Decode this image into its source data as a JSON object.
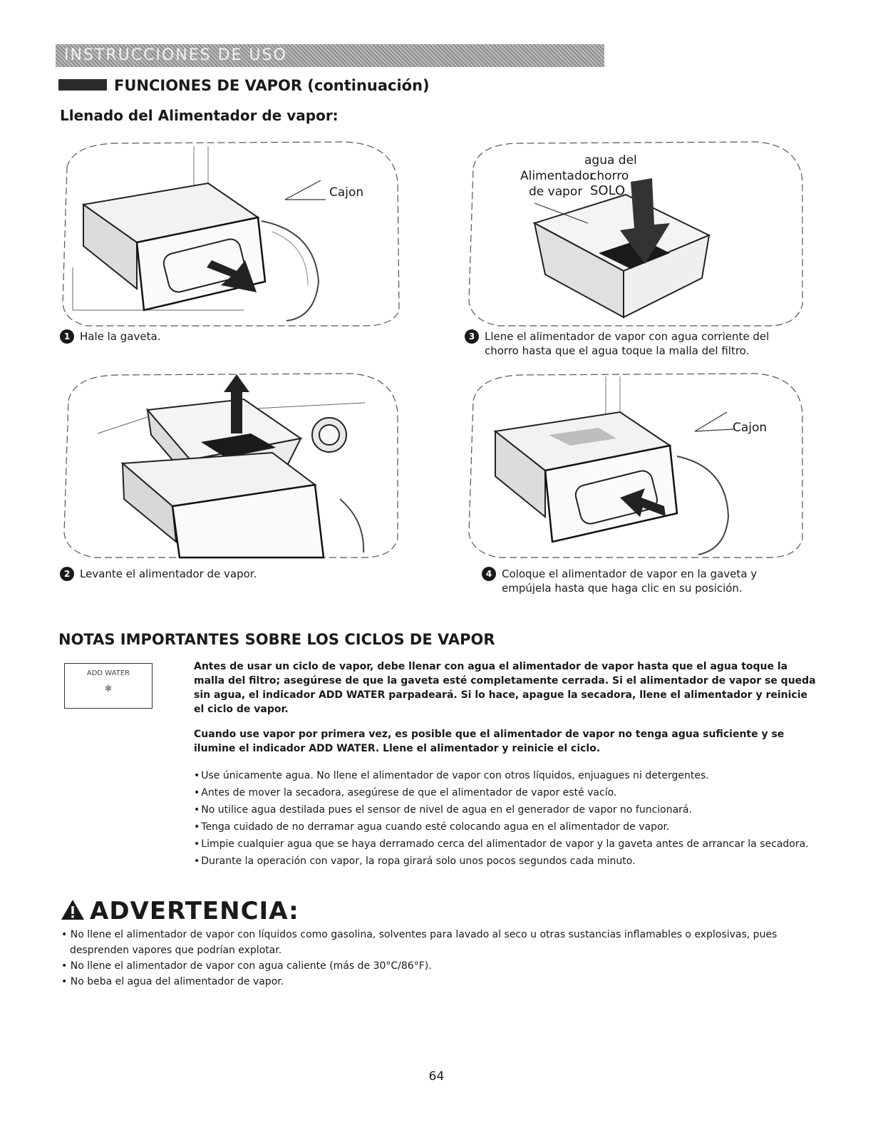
{
  "header": {
    "banner": "INSTRUCCIONES DE USO",
    "section_title": "FUNCIONES DE VAPOR (continuación)",
    "subtitle": "Llenado del Alimentador de vapor:"
  },
  "steps": [
    {
      "number": "1",
      "caption": "Hale la gaveta.",
      "labels": [
        "Cajon"
      ]
    },
    {
      "number": "2",
      "caption": "Levante el alimentador de vapor.",
      "labels": []
    },
    {
      "number": "3",
      "caption": "Llene el alimentador de vapor con agua corriente del chorro hasta que el agua toque la malla del filtro.",
      "labels": [
        "Alimentador",
        "de vapor",
        "agua del",
        "chorro",
        "SOLO"
      ]
    },
    {
      "number": "4",
      "caption": "Coloque el alimentador de vapor en la gaveta y empújela hasta que haga clic en su posición.",
      "labels": [
        "Cajon"
      ]
    }
  ],
  "notes": {
    "title": "NOTAS IMPORTANTES SOBRE LOS CICLOS DE VAPOR",
    "indicator_label": "ADD WATER",
    "paragraph1": "Antes de usar un ciclo de vapor, debe llenar con agua el alimentador de vapor hasta que el agua toque la malla del filtro; asegúrese de que la gaveta esté completamente cerrada. Si el alimentador de vapor se queda sin agua, el indicador ADD WATER parpadeará. Si lo hace, apague la secadora, llene el alimentador y reinicie el ciclo de vapor.",
    "paragraph2": "Cuando use vapor por primera vez, es posible que el alimentador de vapor no tenga agua suficiente y se ilumine el indicador ADD WATER. Llene el alimentador y reinicie el ciclo.",
    "bullets": [
      "Use únicamente agua. No llene el alimentador de vapor con otros líquidos, enjuagues ni detergentes.",
      "Antes de mover la secadora, asegúrese de que el alimentador de vapor esté vacío.",
      "No utilice agua destilada pues el sensor de nivel de agua en el generador de vapor no funcionará.",
      "Tenga cuidado de no derramar agua cuando esté colocando agua en el alimentador de vapor.",
      "Limpie cualquier agua que se haya derramado cerca del alimentador de vapor y la gaveta antes de arrancar la secadora.",
      "Durante la operación con vapor, la ropa girará solo unos pocos segundos cada minuto."
    ]
  },
  "warning": {
    "title": "ADVERTENCIA:",
    "items": [
      "No llene el alimentador de vapor con líquidos como gasolina, solventes para lavado al seco u otras sustancias inflamables o explosivas, pues desprenden vapores que podrían explotar.",
      "No llene el alimentador de vapor con agua caliente (más de 30°C/86°F).",
      "No beba el agua del alimentador de vapor."
    ]
  },
  "page_number": "64"
}
